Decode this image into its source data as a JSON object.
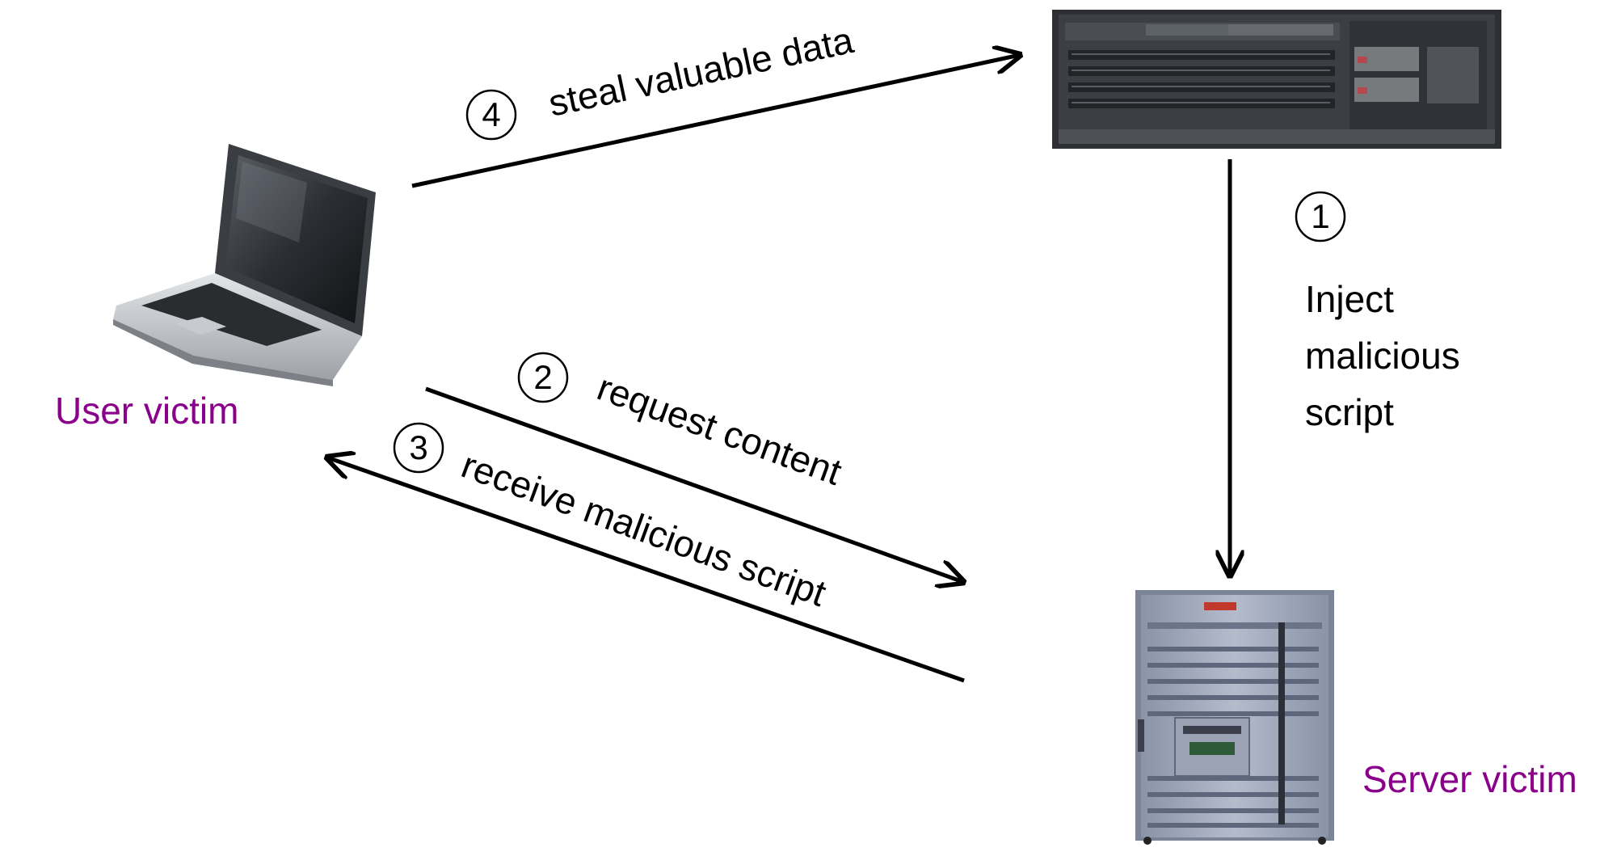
{
  "colors": {
    "node_label": "#8B008B",
    "arrow": "#000000",
    "background": "#ffffff"
  },
  "nodes": {
    "user": {
      "label": "User victim",
      "icon": "laptop-icon"
    },
    "attacker": {
      "icon": "rack-server-icon"
    },
    "server": {
      "label": "Server victim",
      "icon": "tower-server-icon"
    }
  },
  "steps": [
    {
      "num": "1",
      "text_lines": [
        "Inject",
        "malicious",
        "script"
      ]
    },
    {
      "num": "2",
      "text": "request content"
    },
    {
      "num": "3",
      "text": "receive malicious script"
    },
    {
      "num": "4",
      "text": "steal valuable data"
    }
  ]
}
